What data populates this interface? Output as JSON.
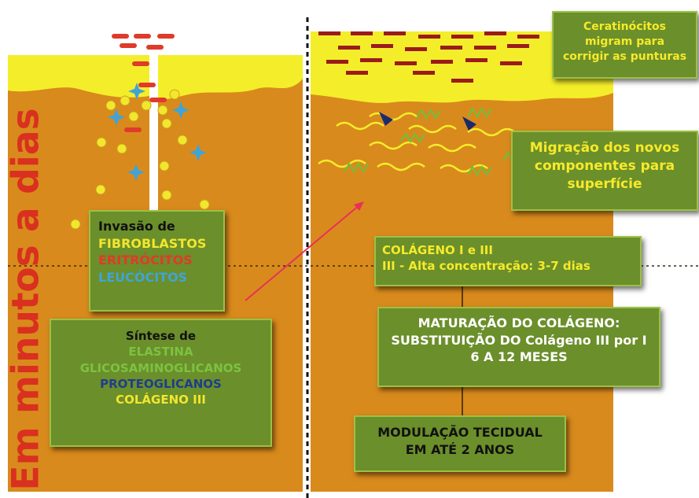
{
  "side_title": "Em minutos a dias",
  "boxes": {
    "ceratinocitos": {
      "lines": [
        "Ceratinócitos",
        "migram para",
        "corrigir as punturas"
      ]
    },
    "migracao": {
      "lines": [
        "Migração dos novos",
        "componentes para",
        "superfície"
      ]
    },
    "invasao": {
      "heading": "Invasão de",
      "items": [
        "FIBROBLASTOS",
        "ERITRÓCITOS",
        "LEUCÓCITOS"
      ]
    },
    "sintese": {
      "heading": "Síntese de",
      "items": [
        "ELASTINA",
        "GLICOSAMINOGLICANOS",
        "PROTEOGLICANOS",
        "COLÁGENO III"
      ]
    },
    "colageno": {
      "lines": [
        "COLÁGENO  I e III",
        "III - Alta concentração: 3-7 dias"
      ]
    },
    "maturacao": {
      "lines": [
        "MATURAÇÃO DO COLÁGENO:",
        "SUBSTITUIÇÃO DO Colágeno III por I",
        "6 A 12 MESES"
      ]
    },
    "modulacao": {
      "lines": [
        "MODULAÇÃO TECIDUAL",
        "EM ATÉ  2 ANOS"
      ]
    }
  },
  "colors": {
    "tissue": "#d98a1c",
    "epidermis": "#f4ee2a",
    "box_fill": "#6b8f2a",
    "box_border": "#9cc146",
    "title_red": "#d9301f",
    "fibroblast_yellow": "#f2e62f",
    "erythrocyte_red": "#e03a2a",
    "leukocyte_blue": "#3fa4d8",
    "elastin_green": "#7cc242",
    "proteoglycan_blue": "#2b4a9a",
    "arrow_pink": "#e8305c"
  }
}
